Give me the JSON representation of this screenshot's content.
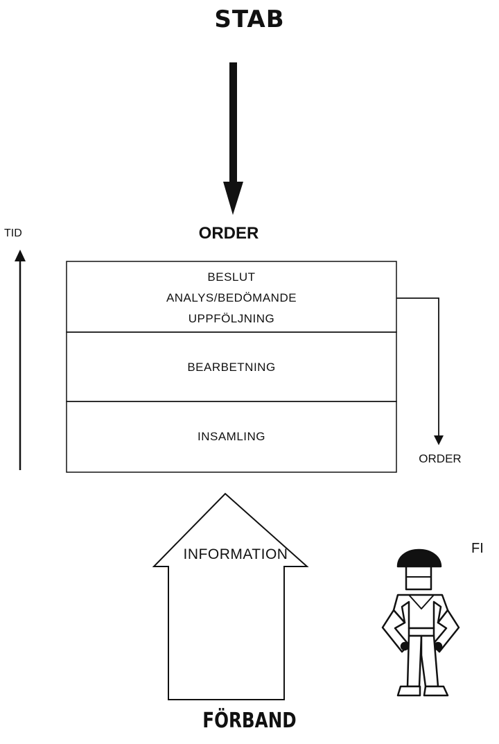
{
  "diagram": {
    "top_label": "STAB",
    "top_order_label": "ORDER",
    "time_axis_label": "TID",
    "stack": {
      "top_box_lines": [
        "BESLUT",
        "ANALYS/BEDÖMANDE",
        "UPPFÖLJNING"
      ],
      "middle_box_label": "BEARBETNING",
      "bottom_box_label": "INSAMLING"
    },
    "right_order_label": "ORDER",
    "information_arrow_label": "INFORMATION",
    "bottom_label": "FÖRBAND",
    "figure_caption": "FI"
  }
}
